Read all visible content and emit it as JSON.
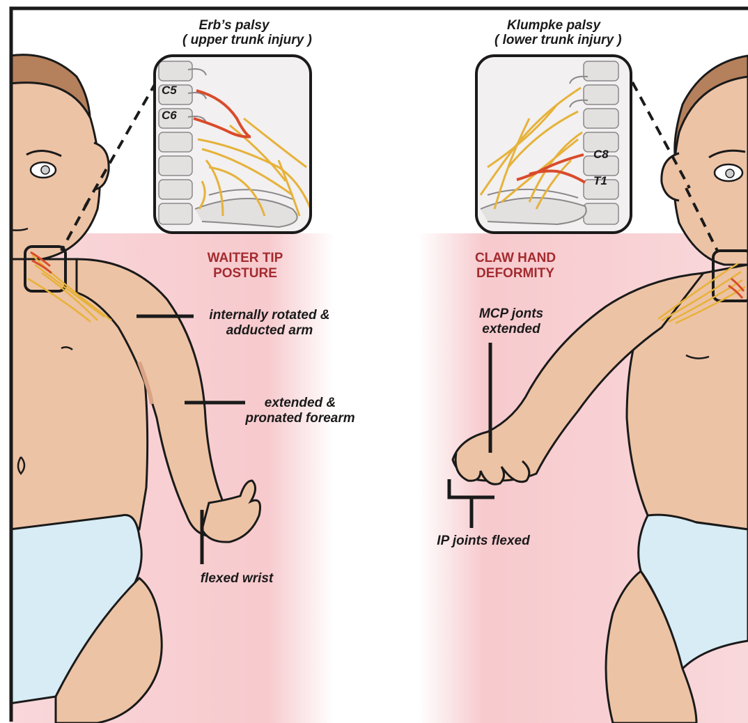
{
  "left_panel": {
    "title_line1": "Erb’s palsy",
    "title_line2": "( upper trunk injury )",
    "roots": [
      "C5",
      "C6"
    ],
    "posture_line1": "WAITER TIP",
    "posture_line2": "POSTURE",
    "labels": {
      "arm_line1": "internally rotated &",
      "arm_line2": "adducted arm",
      "forearm_line1": "extended &",
      "forearm_line2": "pronated forearm",
      "wrist": "flexed wrist"
    }
  },
  "right_panel": {
    "title_line1": "Klumpke palsy",
    "title_line2": "( lower trunk injury )",
    "roots": [
      "C8",
      "T1"
    ],
    "posture_line1": "CLAW HAND",
    "posture_line2": "DEFORMITY",
    "labels": {
      "mcp_line1": "MCP jonts",
      "mcp_line2": "extended",
      "ip": "IP joints flexed"
    }
  },
  "colors": {
    "skin": "#edc3a5",
    "skin_shadow": "#d9a485",
    "diaper": "#d7ecf5",
    "nerve": "#e6b23a",
    "injured_nerve": "#d94b2b",
    "posture_text": "#a32b2f",
    "glow": "#f4b8bd",
    "outline": "#1a1a1a"
  }
}
